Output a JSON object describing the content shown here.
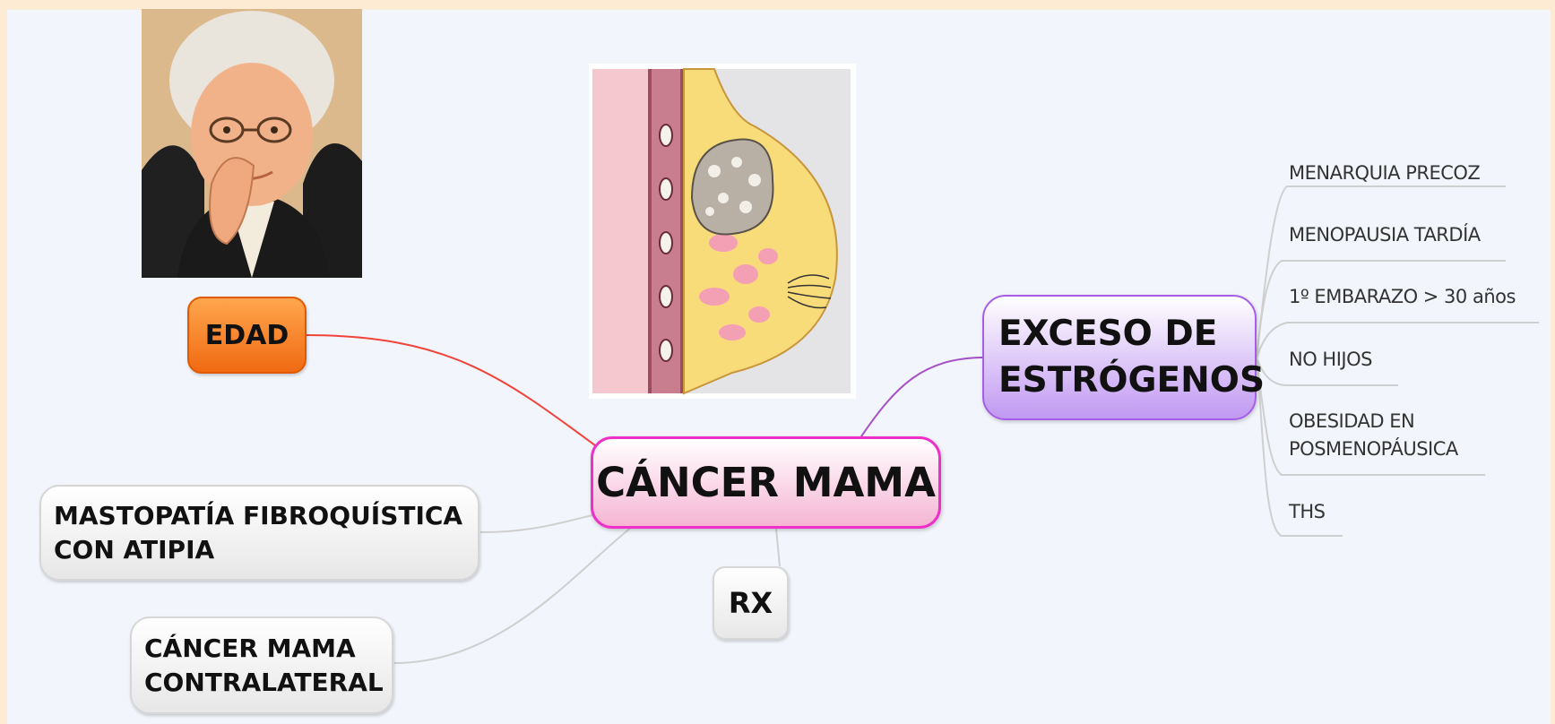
{
  "central": {
    "label": "CÁNCER MAMA"
  },
  "left_nodes": {
    "edad": "EDAD",
    "mastopatia": "MASTOPATÍA FIBROQUÍSTICA\nCON ATIPIA",
    "contralateral": "CÁNCER MAMA\nCONTRALATERAL"
  },
  "bottom_nodes": {
    "rx": "RX"
  },
  "right_node": {
    "label": "EXCESO DE\nESTRÓGENOS",
    "subitems": [
      "MENARQUIA PRECOZ",
      "MENOPAUSIA TARDÍA",
      "1º EMBARAZO > 30 años",
      "NO HIJOS",
      "OBESIDAD EN\nPOSMENOPÁUSICA",
      "THS"
    ]
  },
  "colors": {
    "page_border": "#fdebd3",
    "canvas": "#f2f5fb",
    "central_border": "#ee2fc8",
    "estrogen_border": "#a65ee8",
    "edad_fill": "#f06a12",
    "edad_link": "#f0443a",
    "gray_link": "#cfcfcf",
    "purple_link": "#a64fc6"
  },
  "images": {
    "elderly_woman": "elderly-woman-portrait",
    "breast_anatomy": "breast-cross-section-with-tumor"
  }
}
